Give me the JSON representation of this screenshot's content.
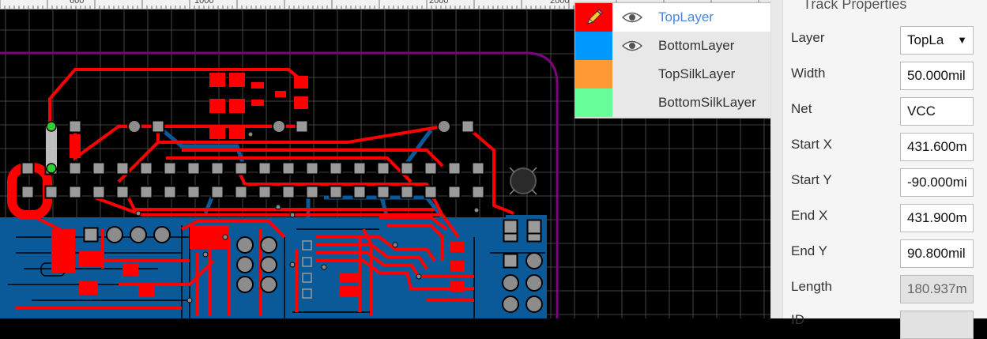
{
  "ruler": {
    "labels": [
      "600",
      "1000",
      "2000",
      "2000"
    ]
  },
  "layers_menu": {
    "items": [
      {
        "name": "TopLayer",
        "color": "#ff0000",
        "icon": "pencil-icon",
        "visible": true,
        "active": true
      },
      {
        "name": "BottomLayer",
        "color": "#0099ff",
        "icon": "",
        "visible": true,
        "active": false
      },
      {
        "name": "TopSilkLayer",
        "color": "#ff9933",
        "icon": "",
        "visible": false,
        "active": false
      },
      {
        "name": "BottomSilkLayer",
        "color": "#66ff99",
        "icon": "",
        "visible": false,
        "active": false
      }
    ]
  },
  "track_properties": {
    "title": "Track Properties",
    "layer_label": "Layer",
    "layer_value": "TopLa",
    "width_label": "Width",
    "width_value": "50.000mil",
    "net_label": "Net",
    "net_value": "VCC",
    "start_x_label": "Start X",
    "start_x_value": "431.600m",
    "start_y_label": "Start Y",
    "start_y_value": "-90.000mi",
    "end_x_label": "End X",
    "end_x_value": "431.900m",
    "end_y_label": "End Y",
    "end_y_value": "90.800mil",
    "length_label": "Length",
    "length_value": "180.937m",
    "id_label": "ID"
  },
  "colors": {
    "top_layer": "#ff0000",
    "bottom_layer": "#0a5a99",
    "board_outline": "#800080",
    "pad": "#9a9a9a",
    "selected_handle": "#33cc33"
  }
}
